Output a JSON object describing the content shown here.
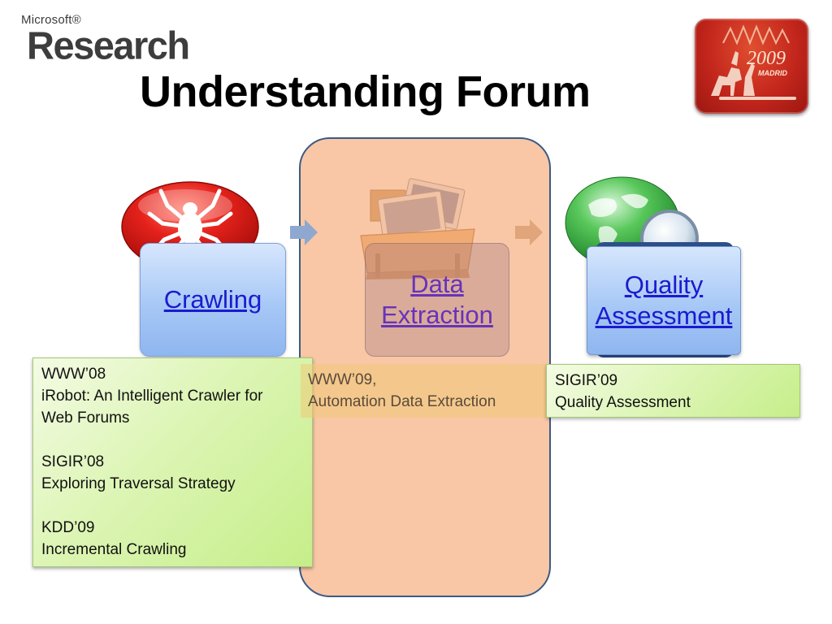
{
  "logo": {
    "top": "Microsoft®",
    "main": "Research"
  },
  "title": "Understanding Forum",
  "badge": {
    "year": "2009",
    "city": "MADRID"
  },
  "stages": [
    {
      "label_lines": [
        "Crawling"
      ]
    },
    {
      "label_lines": [
        "Data",
        "Extraction"
      ]
    },
    {
      "label_lines": [
        "Quality",
        "Assessment"
      ]
    }
  ],
  "info": {
    "crawling": {
      "entries": [
        {
          "lines": [
            "WWW’08",
            "iRobot: An Intelligent Crawler for",
            "Web Forums"
          ]
        },
        {
          "lines": [
            "SIGIR’08",
            "Exploring Traversal Strategy"
          ]
        },
        {
          "lines": [
            "KDD’09",
            "Incremental Crawling"
          ]
        }
      ]
    },
    "extraction": {
      "lines": [
        "WWW’09,",
        "Automation Data Extraction"
      ]
    },
    "quality": {
      "lines": [
        "SIGIR’09",
        "Quality Assessment"
      ]
    }
  },
  "icons": [
    "spider-icon",
    "folder-icon",
    "globe-icon",
    "arrow-right-icon"
  ],
  "colors": {
    "highlight": "#f5a56e",
    "link": "#1b1bcf",
    "visited_link": "#6633bb",
    "info_green": "#dcf5b4",
    "stage_blue": "#a7c8f6",
    "badge_red": "#c3261c"
  }
}
